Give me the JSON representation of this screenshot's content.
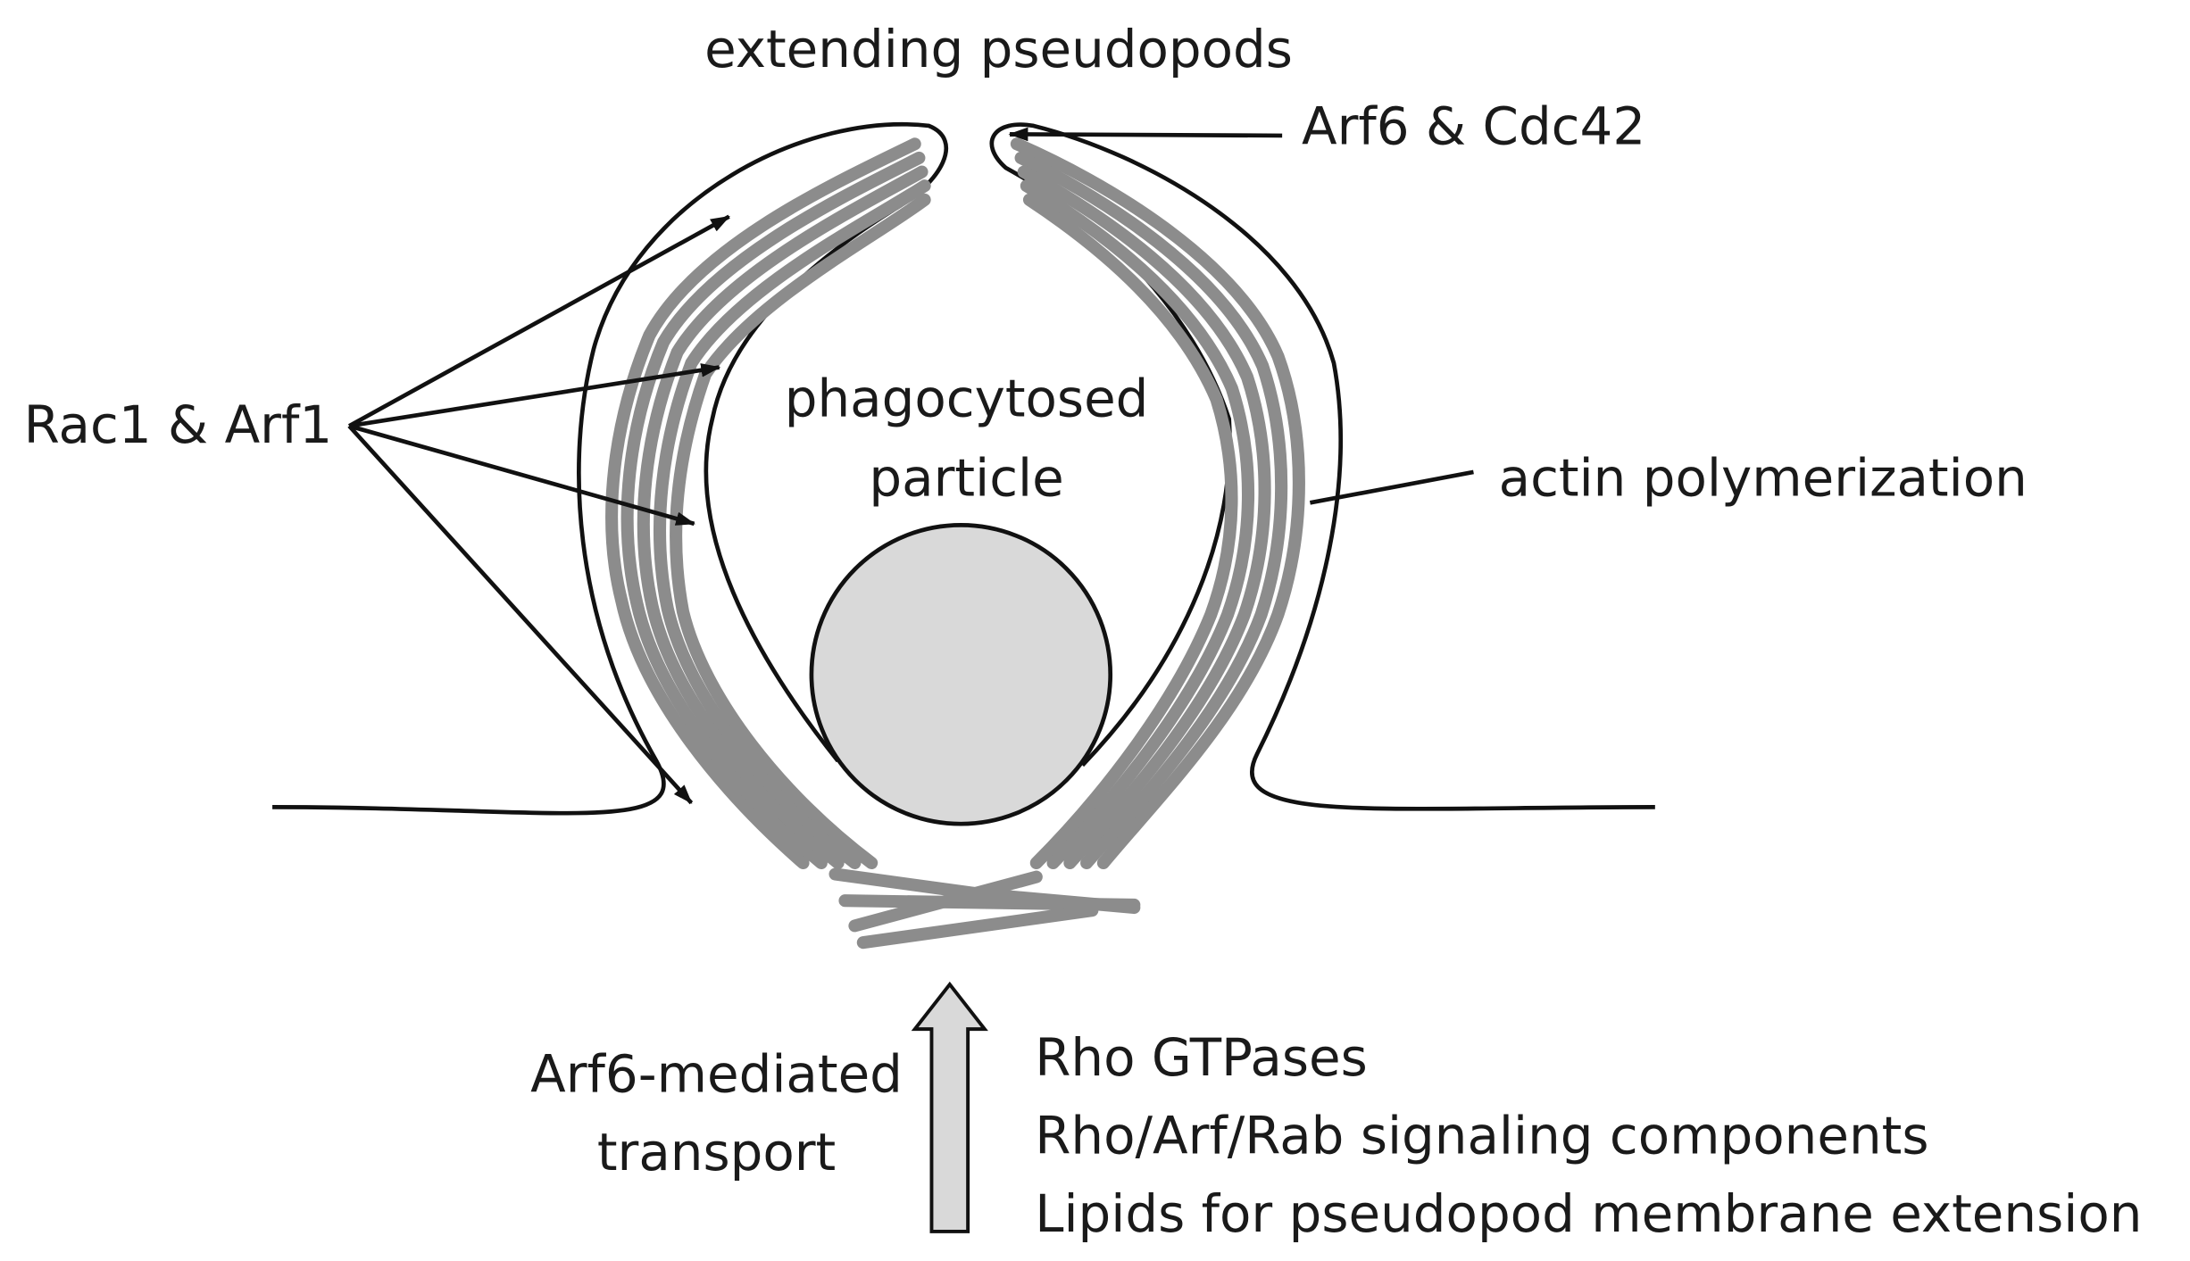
{
  "labels": {
    "top": "extending pseudopods",
    "arf6_cdc42": "Arf6 & Cdc42",
    "rac1_arf1": "Rac1 & Arf1",
    "particle_line1": "phagocytosed",
    "particle_line2": "particle",
    "actin": "actin polymerization",
    "transport_line1": "Arf6-mediated",
    "transport_line2": "transport",
    "list_1": "Rho GTPases",
    "list_2": "Rho/Arf/Rab signaling components",
    "list_3": "Lipids for pseudopod membrane extension"
  },
  "colors": {
    "line": "#111111",
    "actin": "#8c8c8c",
    "particle_fill": "#d9d9d9",
    "arrow_fill": "#d9d9d9"
  }
}
